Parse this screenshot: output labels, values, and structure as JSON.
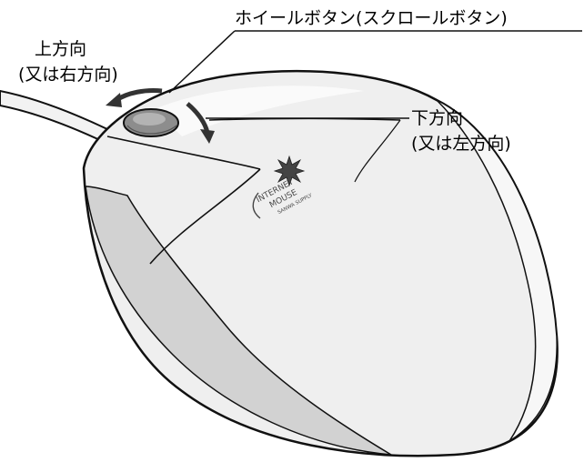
{
  "callouts": {
    "wheel_button": "ホイールボタン(スクロールボタン)",
    "up_direction": "上方向",
    "up_direction_sub": "(又は右方向)",
    "down_direction": "下方向",
    "down_direction_sub": "(又は左方向)"
  },
  "mouse_brand": {
    "line1": "INTERNET",
    "line2": "MOUSE",
    "line3": "SANWA SUPPLY"
  },
  "colors": {
    "body_fill": "#efefef",
    "shadow_fill": "#d2d2d2",
    "outline": "#111111",
    "wheel_fill": "#8d8d8d",
    "arrow_fill": "#333333"
  }
}
